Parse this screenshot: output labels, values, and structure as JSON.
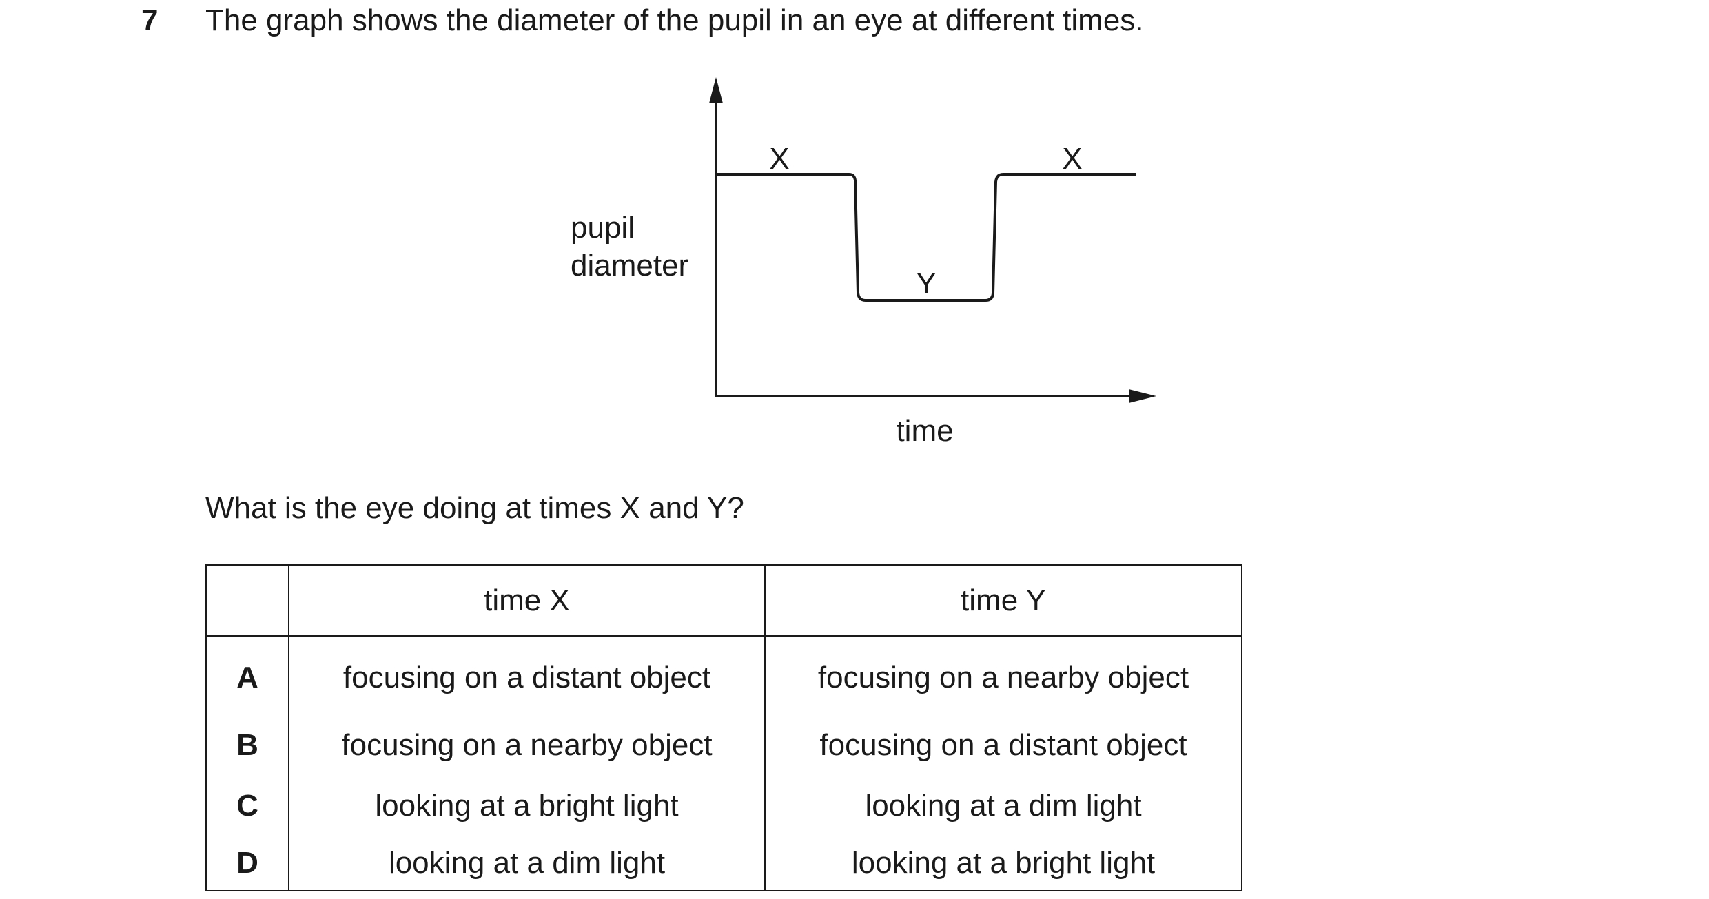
{
  "question": {
    "number": "7",
    "stem": "The graph shows the diameter of the pupil in an eye at different times.",
    "prompt": "What is the eye doing at times X and Y?"
  },
  "graph": {
    "ylabel_line1": "pupil",
    "ylabel_line2": "diameter",
    "xlabel": "time",
    "labels": {
      "x_left": "X",
      "x_right": "X",
      "y_mid": "Y"
    }
  },
  "table": {
    "headers": [
      "",
      "time X",
      "time Y"
    ],
    "rows": [
      {
        "letter": "A",
        "time_x": "focusing on a distant object",
        "time_y": "focusing on a nearby object"
      },
      {
        "letter": "B",
        "time_x": "focusing on a nearby object",
        "time_y": "focusing on a distant object"
      },
      {
        "letter": "C",
        "time_x": "looking at a bright light",
        "time_y": "looking at a dim light"
      },
      {
        "letter": "D",
        "time_x": "looking at a dim light",
        "time_y": "looking at a bright light"
      }
    ]
  }
}
